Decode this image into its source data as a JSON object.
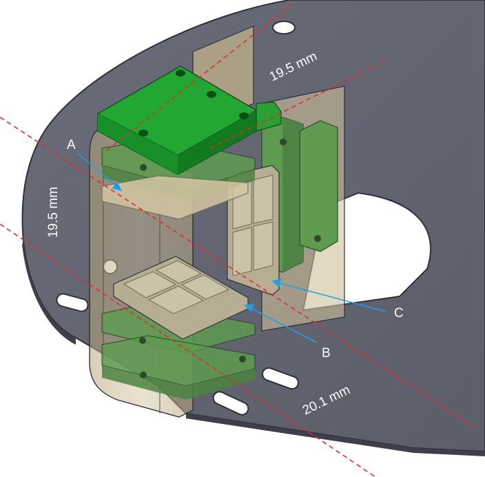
{
  "dimensions": {
    "top": "19.5 mm",
    "left": "19.5 mm",
    "bottom": "20.1 mm"
  },
  "callouts": {
    "a": "A",
    "b": "B",
    "c": "C"
  },
  "colors": {
    "plate": "#60626f",
    "plate_edge": "#2e2f38",
    "pcb_green": "#1a9b2c",
    "pcb_green_transparent": "#5e9a50",
    "enclosure_tint": "#c9b88d",
    "guide_line": "#e8282a",
    "callout_line": "#1ea0e6"
  }
}
